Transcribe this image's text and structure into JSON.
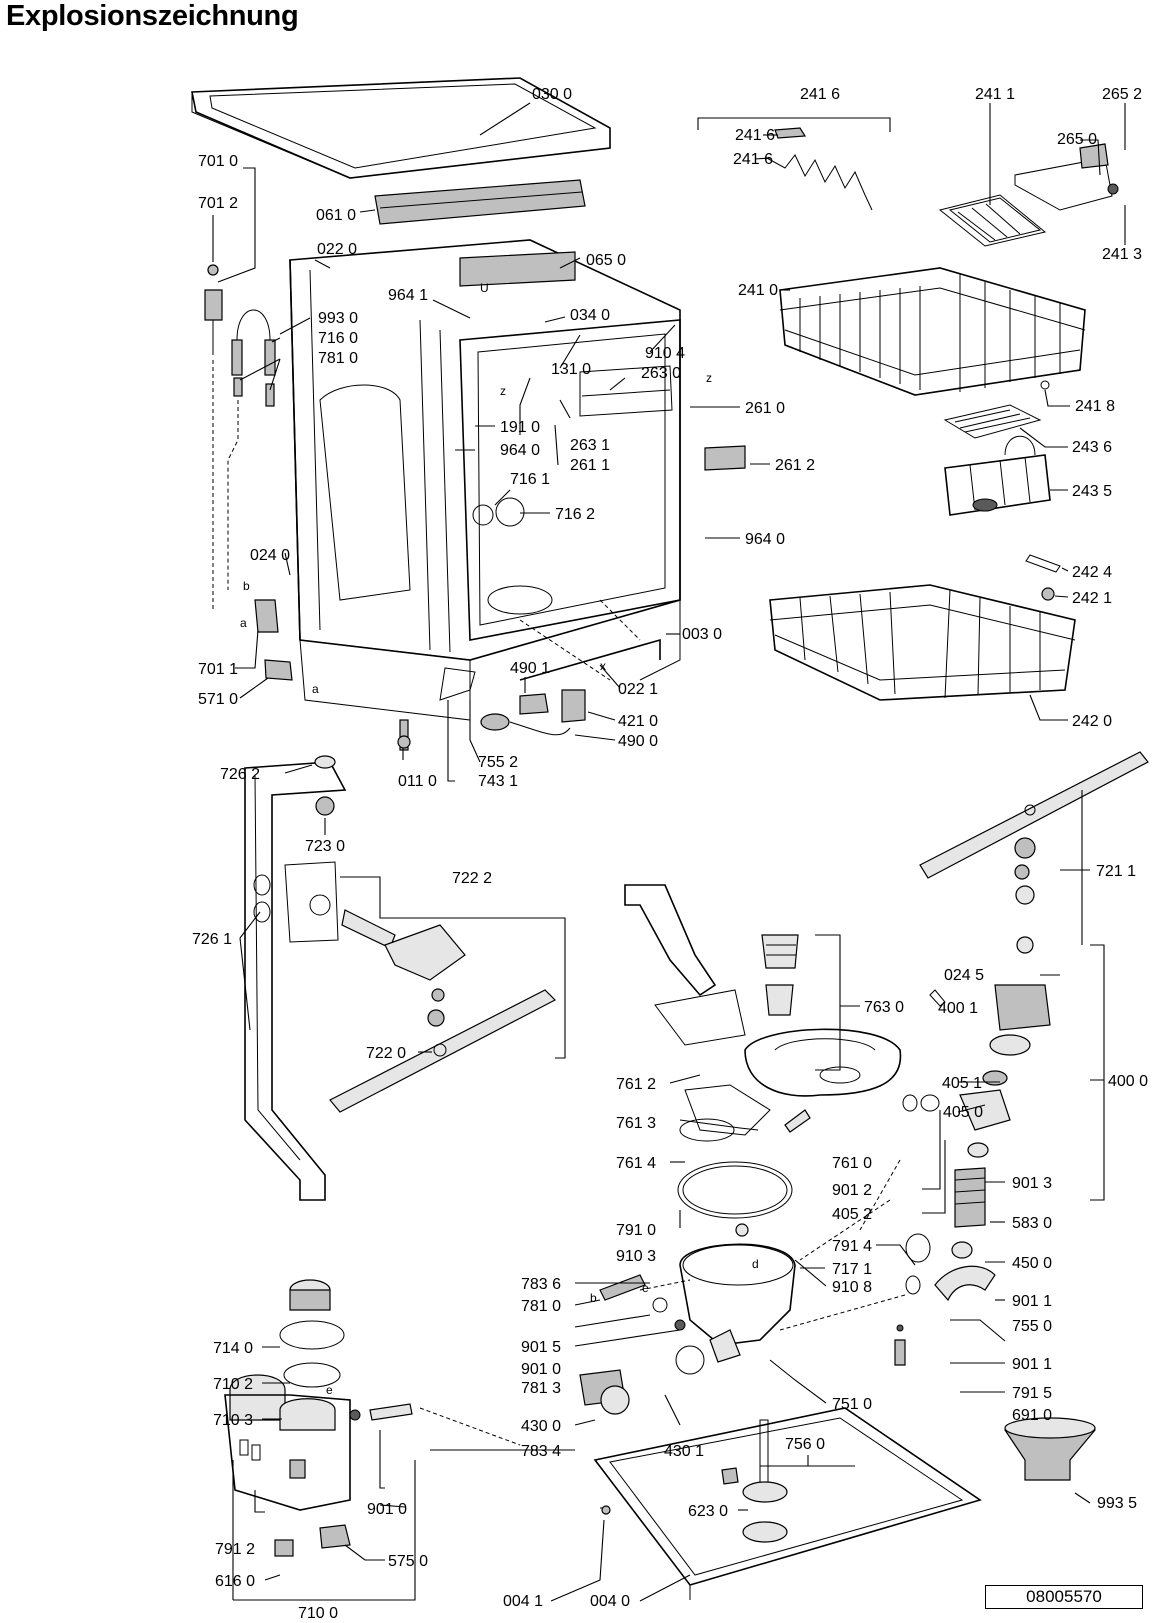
{
  "title": "Explosionszeichnung",
  "doc_number": "08005570",
  "labels": {
    "l0300": "030 0",
    "l7010": "701 0",
    "l7012": "701 2",
    "l0610": "061 0",
    "l0220": "022 0",
    "l0650": "065 0",
    "l9641": "964 1",
    "l0340": "034 0",
    "l9930": "993 0",
    "l7160": "716 0",
    "l7810": "781 0",
    "l1310": "131 0",
    "l9104": "910 4",
    "l2630": "263 0",
    "l2610": "261 0",
    "l1910": "191 0",
    "l9640a": "964 0",
    "l2631": "263 1",
    "l2611": "261 1",
    "l7161": "716 1",
    "l2612": "261 2",
    "l7162": "716 2",
    "l9640b": "964 0",
    "l0240": "024 0",
    "l0030": "003 0",
    "l7011": "701 1",
    "l4901": "490 1",
    "l0221": "022 1",
    "l5710": "571 0",
    "l4210": "421 0",
    "l4900": "490 0",
    "l7552": "755 2",
    "l0110": "011 0",
    "l7431": "743 1",
    "l2416top": "241 6",
    "l2416a": "241 6",
    "l2416b": "241 6",
    "l2411": "241 1",
    "l2652": "265 2",
    "l2650": "265 0",
    "l2413": "241 3",
    "l2410": "241 0",
    "l2418": "241 8",
    "l2436": "243 6",
    "l2435": "243 5",
    "l2424": "242 4",
    "l2421": "242 1",
    "l2420": "242 0",
    "l7262": "726 2",
    "l7230": "723 0",
    "l7222": "722 2",
    "l7261": "726 1",
    "l7220": "722 0",
    "l7211": "721 1",
    "l0245": "024 5",
    "l4001": "400 1",
    "l7630": "763 0",
    "l4000": "400 0",
    "l7612": "761 2",
    "l4051": "405 1",
    "l4050": "405 0",
    "l7613": "761 3",
    "l7610": "761 0",
    "l7614": "761 4",
    "l9012": "901 2",
    "l9013": "901 3",
    "l4052": "405 2",
    "l7910": "791 0",
    "l7914": "791 4",
    "l5830": "583 0",
    "l9103": "910 3",
    "l7171": "717 1",
    "l4500": "450 0",
    "l7836": "783 6",
    "l9108": "910 8",
    "l9011a": "901 1",
    "l7811": "781 0",
    "l7550": "755 0",
    "l7140": "714 0",
    "l9015": "901 5",
    "l9011b": "901 1",
    "l7102": "710 2",
    "l9010a": "901 0",
    "l7813": "781 3",
    "l7915": "791 5",
    "l7103": "710 3",
    "l7510": "751 0",
    "l6910": "691 0",
    "l4300": "430 0",
    "l7834": "783 4",
    "l4301": "430 1",
    "l7560": "756 0",
    "l9935": "993 5",
    "l9010b": "901 0",
    "l6230": "623 0",
    "l7912": "791 2",
    "l5750": "575 0",
    "l6160": "616 0",
    "l0041": "004 1",
    "l0040": "004 0",
    "l7100": "710 0"
  },
  "markers": {
    "a1": "a",
    "a2": "a",
    "b1": "b",
    "b2": "b",
    "d": "d",
    "e1": "e",
    "e2": "e",
    "x": "x",
    "z1": "z",
    "z2": "z",
    "u": "U"
  }
}
